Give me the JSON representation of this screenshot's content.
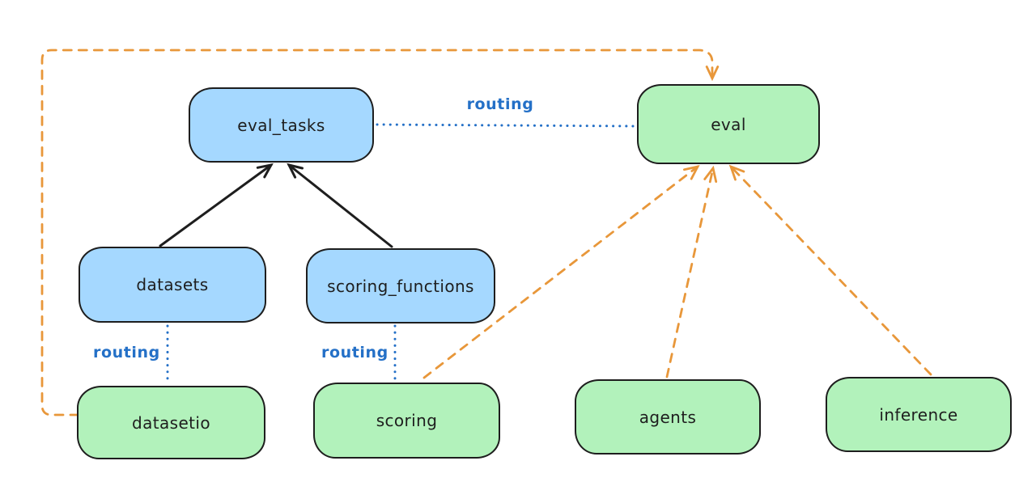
{
  "diagram": {
    "nodes": [
      {
        "id": "eval_tasks",
        "label": "eval_tasks",
        "fill": "#a5d8ff"
      },
      {
        "id": "eval",
        "label": "eval",
        "fill": "#b2f2bb"
      },
      {
        "id": "datasets",
        "label": "datasets",
        "fill": "#a5d8ff"
      },
      {
        "id": "scoring_functions",
        "label": "scoring_functions",
        "fill": "#a5d8ff"
      },
      {
        "id": "datasetio",
        "label": "datasetio",
        "fill": "#b2f2bb"
      },
      {
        "id": "scoring",
        "label": "scoring",
        "fill": "#b2f2bb"
      },
      {
        "id": "agents",
        "label": "agents",
        "fill": "#b2f2bb"
      },
      {
        "id": "inference",
        "label": "inference",
        "fill": "#b2f2bb"
      }
    ],
    "edges": [
      {
        "from": "datasets",
        "to": "eval_tasks",
        "style": "solid",
        "color": "#1e1e1e",
        "label": ""
      },
      {
        "from": "scoring_functions",
        "to": "eval_tasks",
        "style": "solid",
        "color": "#1e1e1e",
        "label": ""
      },
      {
        "from": "eval_tasks",
        "to": "eval",
        "style": "dotted",
        "color": "#2470c7",
        "label": "routing"
      },
      {
        "from": "datasets",
        "to": "datasetio",
        "style": "dotted",
        "color": "#2470c7",
        "label": "routing"
      },
      {
        "from": "scoring_functions",
        "to": "scoring",
        "style": "dotted",
        "color": "#2470c7",
        "label": "routing"
      },
      {
        "from": "datasetio",
        "to": "eval",
        "style": "dashed",
        "color": "#e8973a",
        "label": ""
      },
      {
        "from": "scoring",
        "to": "eval",
        "style": "dashed",
        "color": "#e8973a",
        "label": ""
      },
      {
        "from": "agents",
        "to": "eval",
        "style": "dashed",
        "color": "#e8973a",
        "label": ""
      },
      {
        "from": "inference",
        "to": "eval",
        "style": "dashed",
        "color": "#e8973a",
        "label": ""
      }
    ],
    "colors": {
      "blue_fill": "#a5d8ff",
      "green_fill": "#b2f2bb",
      "stroke": "#1e1e1e",
      "routing_blue": "#2470c7",
      "orange": "#e8973a",
      "background": "#ffffff"
    }
  }
}
